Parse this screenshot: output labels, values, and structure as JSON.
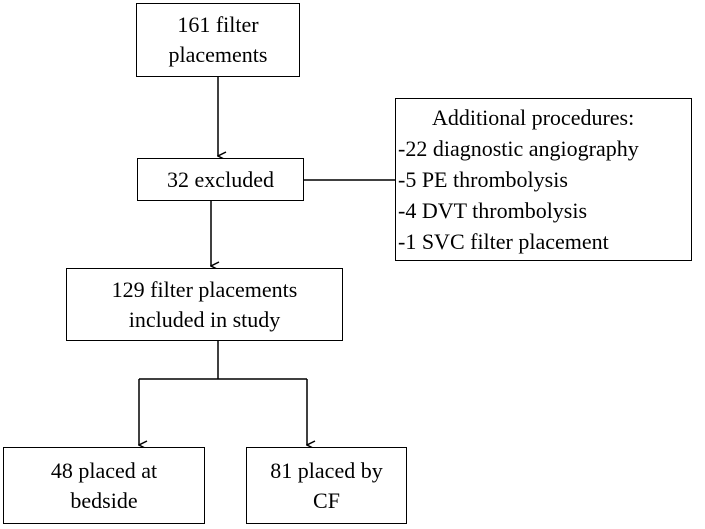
{
  "nodes": {
    "start": {
      "line1": "161 filter",
      "line2": "placements"
    },
    "excluded": {
      "label": "32 excluded"
    },
    "included": {
      "line1": "129 filter placements",
      "line2": "included in study"
    },
    "bedside": {
      "line1": "48 placed at",
      "line2": "bedside"
    },
    "cf": {
      "line1": "81 placed by",
      "line2": "CF"
    }
  },
  "additional_procedures": {
    "heading": "Additional procedures:",
    "items": [
      "-22 diagnostic angiography",
      "-5 PE thrombolysis",
      "-4 DVT thrombolysis",
      "-1 SVC filter placement"
    ]
  },
  "colors": {
    "line": "#000000",
    "box_border": "#000000",
    "background": "#ffffff"
  }
}
